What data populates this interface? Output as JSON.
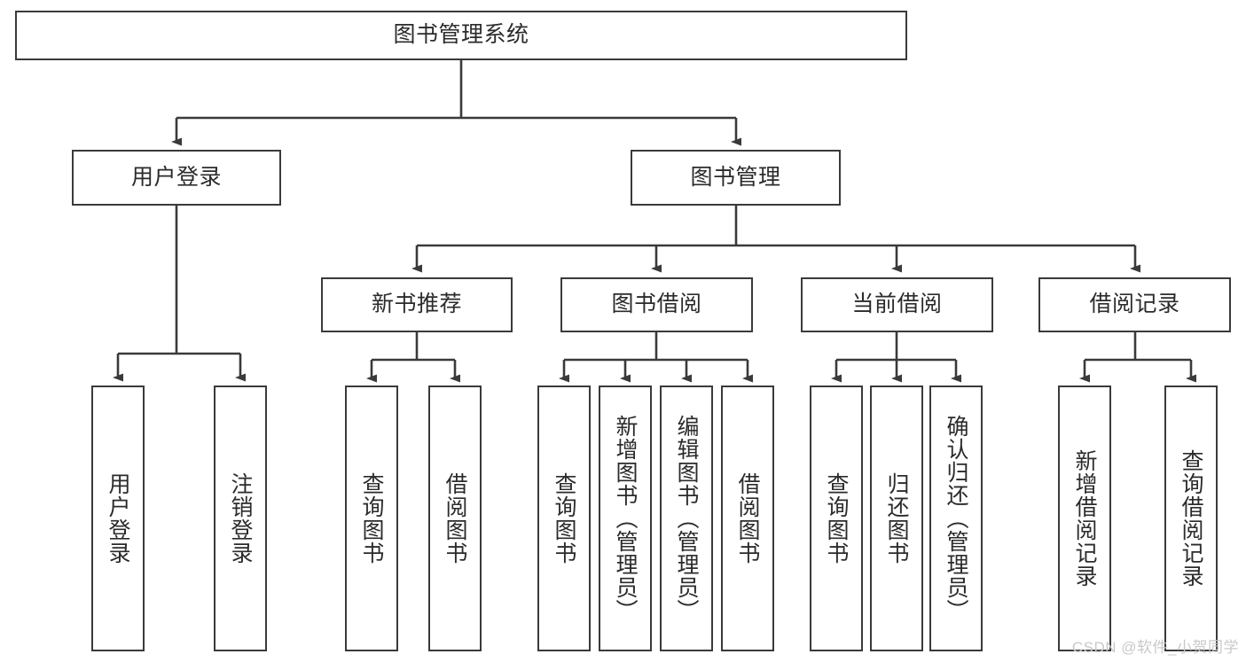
{
  "diagram": {
    "title": "图书管理系统",
    "type": "tree-hierarchy",
    "watermark": "CSDN @软件_小贺同学",
    "colors": {
      "border": "#3a3a3a",
      "background": "#ffffff",
      "text": "#2b2b2b",
      "edge": "#3a3a3a",
      "watermark": "#c9c9c9"
    },
    "root": {
      "id": "root",
      "label": "图书管理系统"
    },
    "level2": [
      {
        "id": "user-login",
        "label": "用户登录"
      },
      {
        "id": "book-manage",
        "label": "图书管理"
      }
    ],
    "level3": [
      {
        "id": "new-book-rec",
        "label": "新书推荐"
      },
      {
        "id": "book-borrow",
        "label": "图书借阅"
      },
      {
        "id": "current-borrow",
        "label": "当前借阅"
      },
      {
        "id": "borrow-record",
        "label": "借阅记录"
      }
    ],
    "leaves": {
      "user-login": [
        {
          "id": "leaf-user-login",
          "label": "用户登录"
        },
        {
          "id": "leaf-logout",
          "label": "注销登录"
        }
      ],
      "new-book-rec": [
        {
          "id": "leaf-query-book-1",
          "label": "查询图书"
        },
        {
          "id": "leaf-borrow-book-1",
          "label": "借阅图书"
        }
      ],
      "book-borrow": [
        {
          "id": "leaf-query-book-2",
          "label": "查询图书"
        },
        {
          "id": "leaf-add-book",
          "label": "新增图书（管理员）"
        },
        {
          "id": "leaf-edit-book",
          "label": "编辑图书（管理员）"
        },
        {
          "id": "leaf-borrow-book-2",
          "label": "借阅图书"
        }
      ],
      "current-borrow": [
        {
          "id": "leaf-query-book-3",
          "label": "查询图书"
        },
        {
          "id": "leaf-return-book",
          "label": "归还图书"
        },
        {
          "id": "leaf-confirm-return",
          "label": "确认归还（管理员）"
        }
      ],
      "borrow-record": [
        {
          "id": "leaf-add-record",
          "label": "新增借阅记录"
        },
        {
          "id": "leaf-query-record",
          "label": "查询借阅记录"
        }
      ]
    }
  }
}
